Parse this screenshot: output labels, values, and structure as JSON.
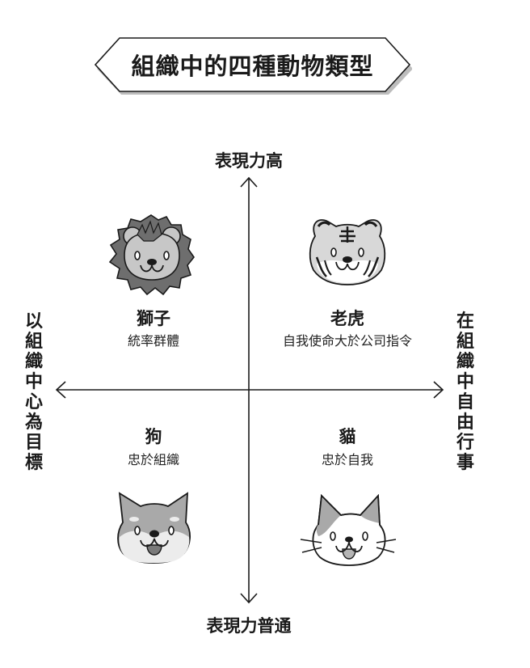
{
  "title": "組織中的四種動物類型",
  "axes": {
    "top": "表現力高",
    "bottom": "表現力普通",
    "left": "以組織中心為目標",
    "right": "在組織中自由行事"
  },
  "quadrants": [
    {
      "position": "top-left",
      "animal": "獅子",
      "description": "統率群體",
      "icon": "lion-icon"
    },
    {
      "position": "top-right",
      "animal": "老虎",
      "description": "自我使命大於公司指令",
      "icon": "tiger-icon"
    },
    {
      "position": "bottom-left",
      "animal": "狗",
      "description": "忠於組織",
      "icon": "dog-icon"
    },
    {
      "position": "bottom-right",
      "animal": "貓",
      "description": "忠於自我",
      "icon": "cat-icon"
    }
  ],
  "colors": {
    "line": "#1a1a1a",
    "dark_gray": "#6e6e6e",
    "mid_gray": "#a9a9a9",
    "light_gray": "#d2d2d2",
    "white": "#ffffff"
  }
}
